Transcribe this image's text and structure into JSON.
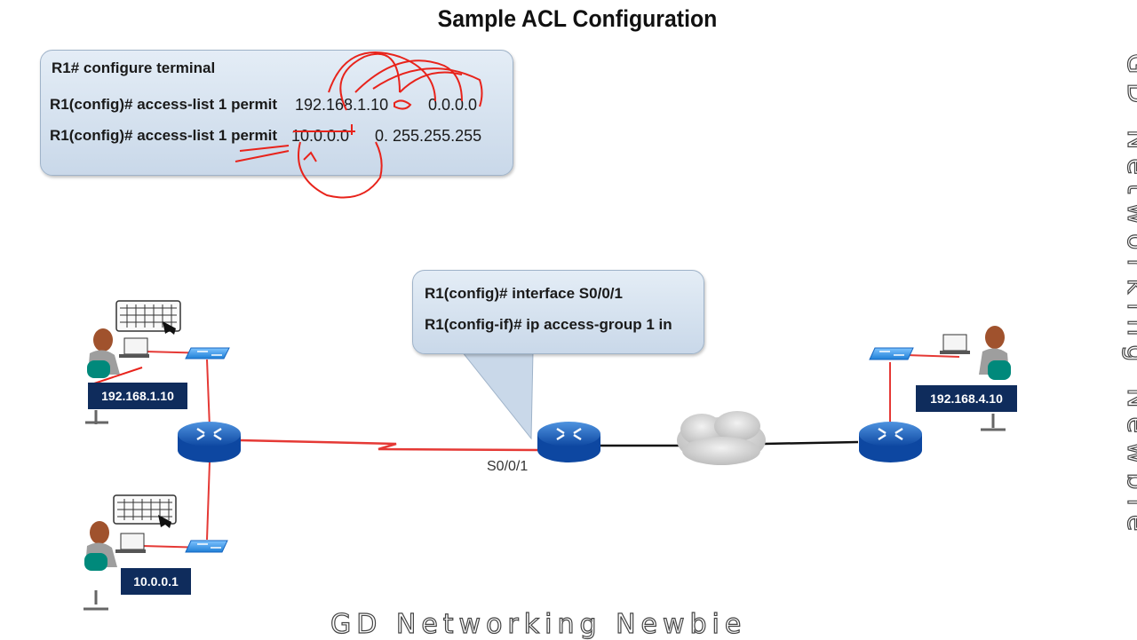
{
  "title": "Sample ACL Configuration",
  "acl_box": {
    "line1": "R1# configure terminal",
    "line2_prefix": "R1(config)# access-list 1 permit",
    "line2_addr": "192.168.1.10",
    "line2_mask": "0.0.0.0",
    "line3_prefix": "R1(config)# access-list 1 permit",
    "line3_addr": "10.0.0.0",
    "line3_mask": "0. 255.255.255"
  },
  "interface_box": {
    "line1": "R1(config)# interface S0/0/1",
    "line2": "R1(config-if)# ip access-group 1 in"
  },
  "hosts": {
    "host_a": "192.168.1.10",
    "host_b": "10.0.0.1",
    "host_c": "192.168.4.10"
  },
  "interface_label": "S0/0/1",
  "watermark": "GD Networking Newbie",
  "colors": {
    "link_red": "#e53935",
    "annotation_red": "#e8231b",
    "label_bg": "#0f2c5c",
    "router_blue": "#1565c0"
  }
}
